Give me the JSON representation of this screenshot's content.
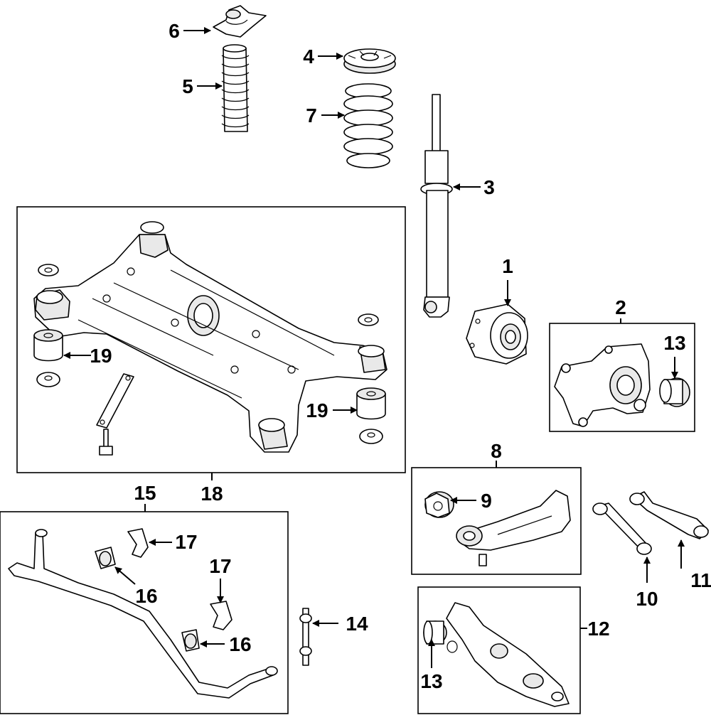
{
  "callouts": {
    "c1": "1",
    "c2": "2",
    "c3": "3",
    "c4": "4",
    "c5": "5",
    "c6": "6",
    "c7": "7",
    "c8": "8",
    "c9": "9",
    "c10": "10",
    "c11": "11",
    "c12": "12",
    "c13a": "13",
    "c13b": "13",
    "c14": "14",
    "c15": "15",
    "c16a": "16",
    "c16b": "16",
    "c17a": "17",
    "c17b": "17",
    "c18": "18",
    "c19a": "19",
    "c19b": "19"
  }
}
